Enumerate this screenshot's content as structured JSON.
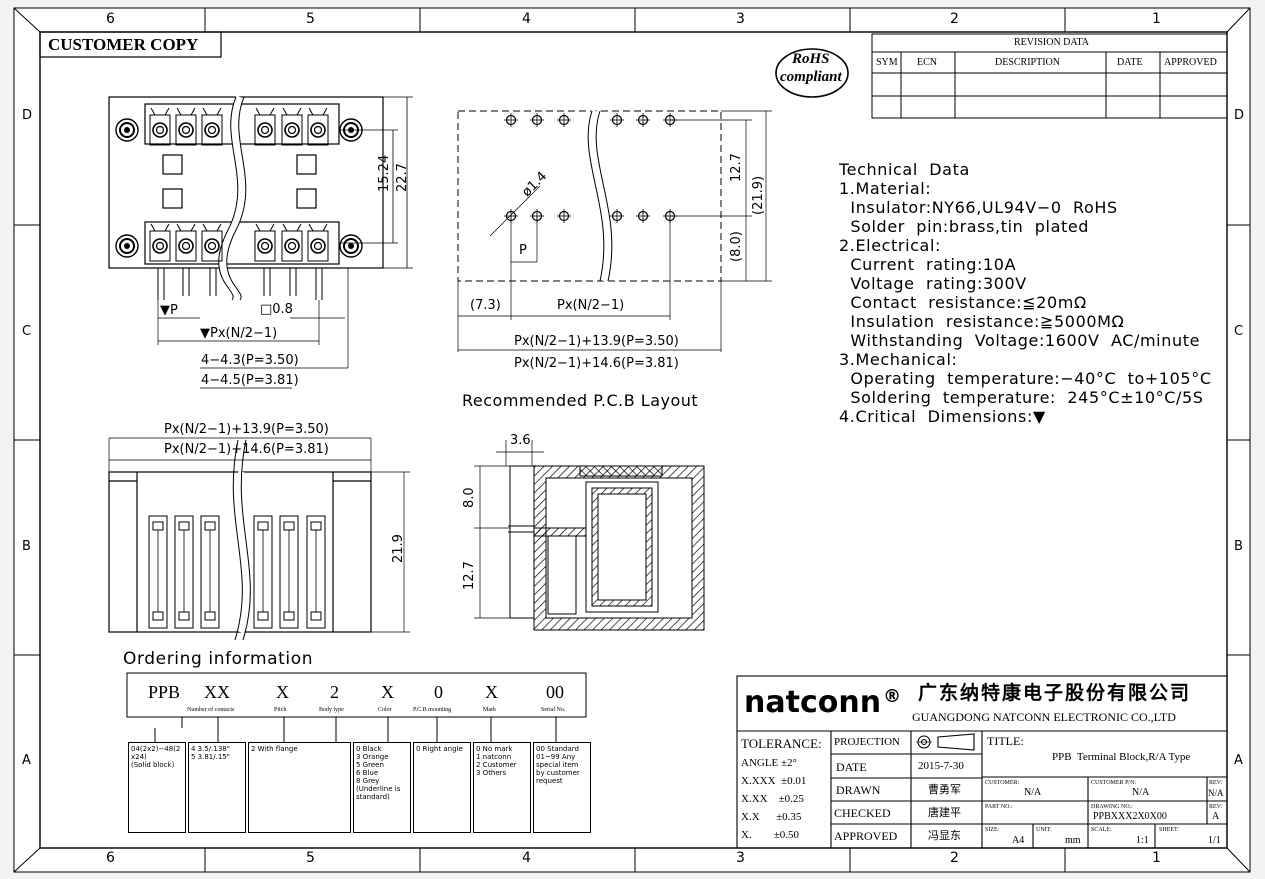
{
  "border": {
    "top_zones": [
      "6",
      "5",
      "4",
      "3",
      "2",
      "1"
    ],
    "bottom_zones": [
      "6",
      "5",
      "4",
      "3",
      "2",
      "1"
    ],
    "side_zones": [
      "D",
      "C",
      "B",
      "A"
    ]
  },
  "customer_copy": "CUSTOMER COPY",
  "rohs": {
    "line1": "RoHS",
    "line2": "compliant"
  },
  "revision": {
    "title": "REVISION DATA",
    "headers": [
      "SYM",
      "ECN",
      "DESCRIPTION",
      "DATE",
      "APPROVED"
    ]
  },
  "technical": {
    "lines": [
      "Technical  Data",
      "1.Material:",
      "  Insulator:NY66,UL94V−0  RoHS",
      "  Solder  pin:brass,tin  plated",
      "2.Electrical:",
      "  Current  rating:10A",
      "  Voltage  rating:300V",
      "  Contact  resistance:≦20mΩ",
      "  Insulation  resistance:≧5000MΩ",
      "  Withstanding  Voltage:1600V  AC/minute",
      "3.Mechanical:",
      "  Operating  temperature:−40°C  to+105°C",
      "  Soldering  temperature:  245°C±10°C/5S",
      "4.Critical  Dimensions:▼"
    ]
  },
  "front_view": {
    "dim_h1": "15.24",
    "dim_h2": "22.7",
    "p_label": "▼P",
    "pin_label": "□0.8",
    "px_label": "▼Px(N/2−1)",
    "d1": "4−4.3(P=3.50)",
    "d2": "4−4.5(P=3.81)"
  },
  "pcb": {
    "dia": "ø1.4",
    "p": "P",
    "d73": "(7.3)",
    "pxn": "Px(N/2−1)",
    "d127": "12.7",
    "d219": "(21.9)",
    "d80": "(8.0)",
    "w1": "Px(N/2−1)+13.9(P=3.50)",
    "w2": "Px(N/2−1)+14.6(P=3.81)",
    "caption": "Recommended  P.C.B  Layout"
  },
  "top_view": {
    "w1": "Px(N/2−1)+13.9(P=3.50)",
    "w2": "Px(N/2−1)+14.6(P=3.81)",
    "h": "21.9"
  },
  "side_view": {
    "d36": "3.6",
    "d80": "8.0",
    "d127": "12.7"
  },
  "ordering": {
    "title": "Ordering  information",
    "codes": [
      "PPB",
      "XX",
      "X",
      "2",
      "X",
      "0",
      "X",
      "00"
    ],
    "sub": [
      "Number of contacts",
      "Pitch",
      "Body type",
      "Color",
      "P.C.B mounting",
      "Mark",
      "Serial No."
    ],
    "boxes": [
      "04(2x2)−48(2\nx24)\n(Solid block)",
      "4  3.5/.138\"\n5  3.81/.15\"",
      "2  With flange",
      "0  Black\n3  Orange\n5  Green\n6  Blue\n8  Grey\n(Underline is\nstandard)",
      "0  Right angle",
      "0  No mark\n1  natconn\n2  Customer\n3  Others",
      "00  Standard\n01~99  Any\nspecial item\nby customer\nrequest"
    ]
  },
  "title_block": {
    "brand": "natconn",
    "reg": "®",
    "company_cn": "广东纳特康电子股份有限公司",
    "company_en": "GUANGDONG NATCONN ELECTRONIC CO.,LTD",
    "tolerance_label": "TOLERANCE:",
    "angle": "ANGLE ±2°",
    "xxxx": "X.XXX  ±0.01",
    "xxx": "X.XX    ±0.25",
    "xx": "X.X      ±0.35",
    "x": "X.        ±0.50",
    "projection": "PROJECTION",
    "date_label": "DATE",
    "date": "2015-7-30",
    "drawn_label": "DRAWN",
    "drawn": "曹勇军",
    "checked_label": "CHECKED",
    "checked": "唐建平",
    "approved_label": "APPROVED",
    "approved": "冯显东",
    "title_label": "TITLE:",
    "title": "PPB  Terminal Block,R/A Type",
    "customer_label": "CUSTOMER:",
    "customer": "N/A",
    "customer_pn_label": "CUSTOMER P/N:",
    "customer_pn": "N/A",
    "rev_label": "REV:",
    "rev1": "N/A",
    "partno_label": "PART NO.:",
    "drawing_no_label": "DRAWING NO.:",
    "drawing_no": "PPBXXX2X0X00",
    "rev2": "A",
    "size_label": "SIZE:",
    "size": "A4",
    "unit_label": "UNIT:",
    "unit": "mm",
    "scale_label": "SCALE:",
    "scale": "1:1",
    "sheet_label": "SHEET:",
    "sheet": "1/1"
  }
}
